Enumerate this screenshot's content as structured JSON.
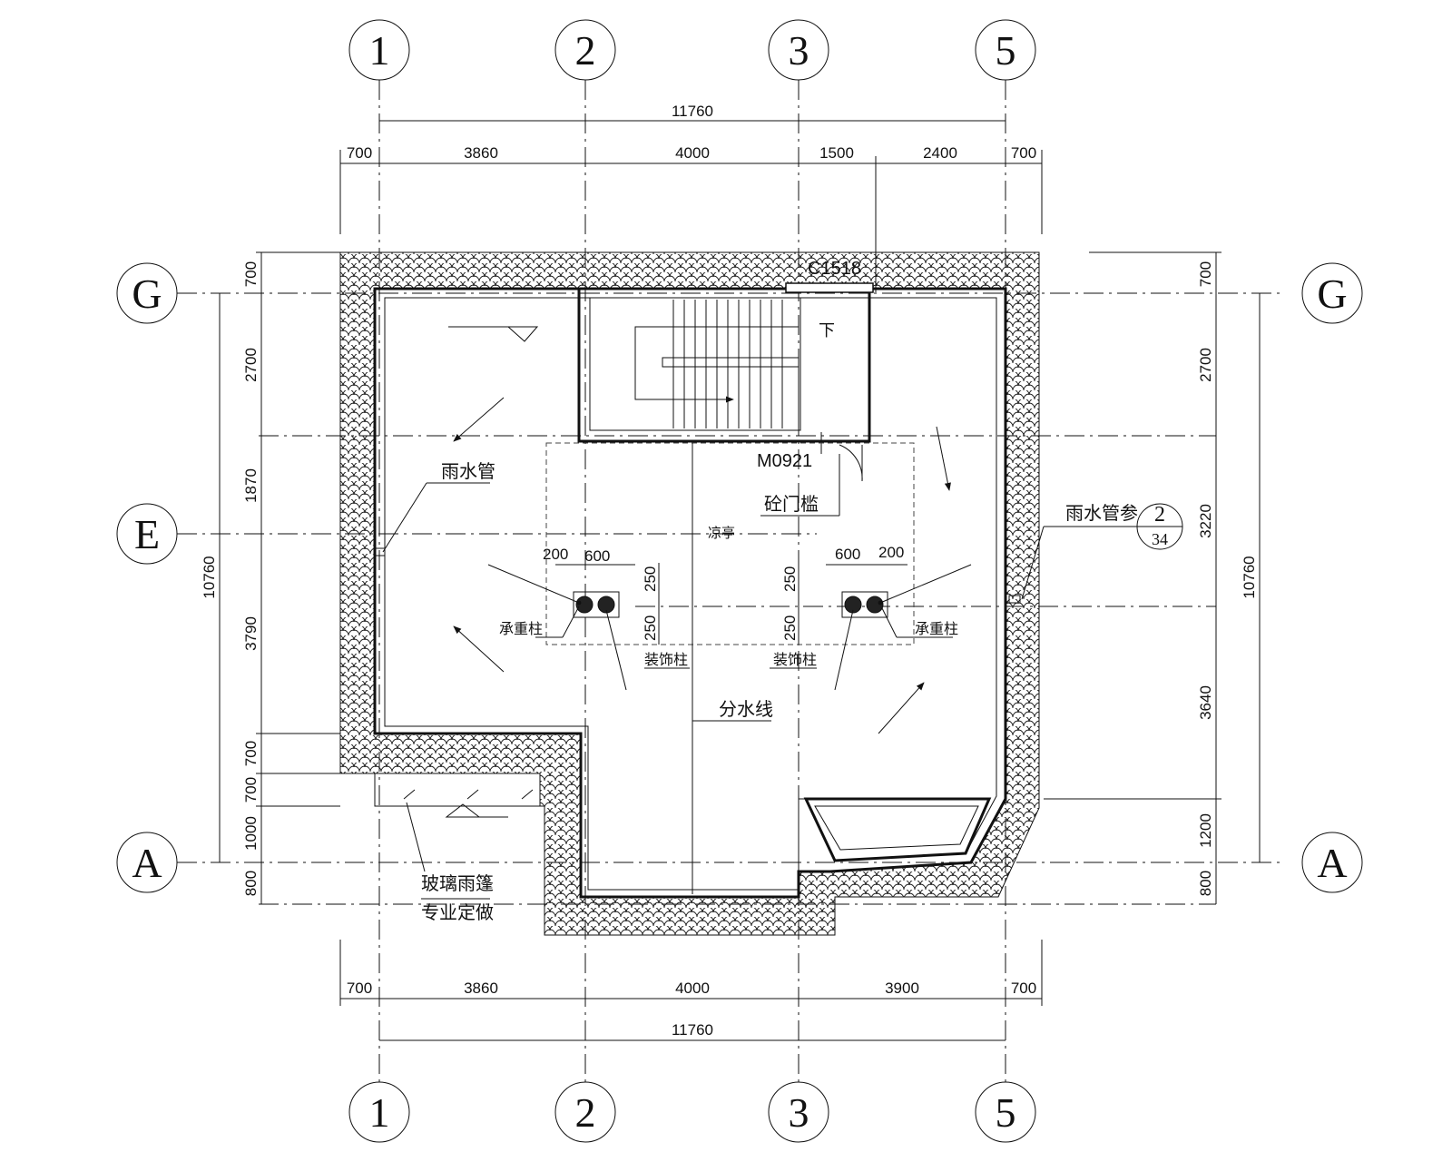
{
  "grid_axes": {
    "vertical": [
      "1",
      "2",
      "3",
      "5"
    ],
    "horizontal": [
      "G",
      "E",
      "A"
    ]
  },
  "dimensions": {
    "top_total": "11760",
    "top_segments": [
      "700",
      "3860",
      "4000",
      "1500",
      "2400",
      "700"
    ],
    "bottom_segments": [
      "700",
      "3860",
      "4000",
      "3900",
      "700"
    ],
    "bottom_total": "11760",
    "left_segments": [
      "700",
      "2700",
      "1870",
      "3790",
      "700",
      "700",
      "1000",
      "800"
    ],
    "left_total": "10760",
    "right_segments": [
      "700",
      "2700",
      "3220",
      "3640",
      "1200",
      "800"
    ],
    "right_total": "10760",
    "column_left": [
      "200",
      "600",
      "250",
      "250"
    ],
    "column_right": [
      "600",
      "200",
      "250",
      "250"
    ]
  },
  "labels": {
    "window": "C1518",
    "stair_down": "下",
    "door": "M0921",
    "threshold": "砼门槛",
    "pavilion": "凉亭",
    "rain_pipe_left": "雨水管",
    "rain_pipe_right": "雨水管参",
    "detail_top": "2",
    "detail_bottom": "34",
    "bearing_col_left": "承重柱",
    "bearing_col_right": "承重柱",
    "deco_col_left": "装饰柱",
    "deco_col_right": "装饰柱",
    "watershed": "分水线",
    "canopy_line1": "玻璃雨篷",
    "canopy_line2": "专业定做"
  },
  "colors": {
    "ink": "#111111",
    "background": "#ffffff"
  }
}
